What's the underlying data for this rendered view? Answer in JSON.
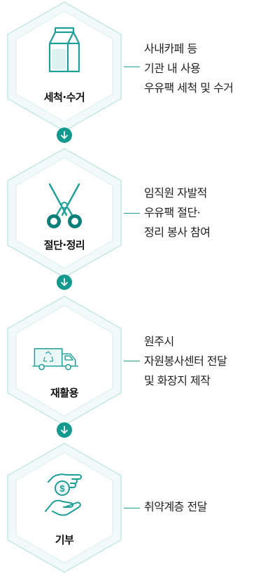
{
  "accent_color": "#1d9f97",
  "dark_teal": "#0e8079",
  "steps": [
    {
      "title": "세척·수거",
      "icon": "milk-carton-icon",
      "desc": [
        "사내카페 등",
        "기관 내 사용",
        "우유팩 세척 및 수거"
      ]
    },
    {
      "title": "절단·정리",
      "icon": "scissors-icon",
      "desc": [
        "임직원 자발적",
        "우유팩 절단·",
        "정리 봉사 참여"
      ]
    },
    {
      "title": "재활용",
      "icon": "recycling-truck-icon",
      "desc": [
        "원주시",
        "자원봉사센터 전달",
        "및 화장지 제작"
      ]
    },
    {
      "title": "기부",
      "icon": "donation-hand-coin-icon",
      "desc": [
        "취약계층 전달"
      ]
    }
  ],
  "arrow_icon": "arrow-down-icon"
}
